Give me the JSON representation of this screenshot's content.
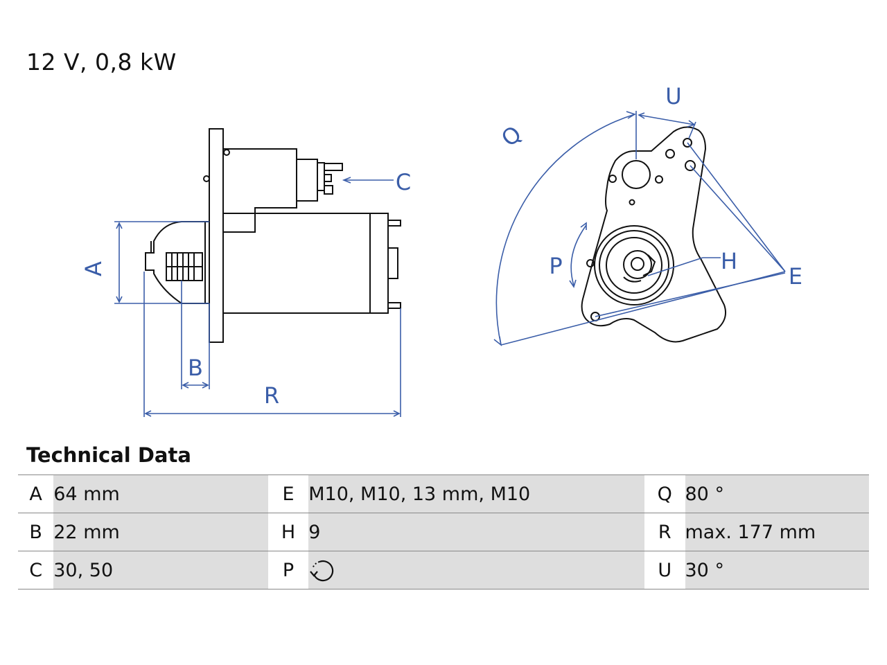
{
  "title": "12 V, 0,8 kW",
  "drawing": {
    "labels": {
      "A": "A",
      "B": "B",
      "C": "C",
      "R": "R",
      "Q": "Q",
      "U": "U",
      "P": "P",
      "H": "H",
      "E": "E"
    },
    "line_color": "#111111",
    "dim_color": "#3a5da8"
  },
  "technical": {
    "title": "Technical Data",
    "rows": [
      [
        {
          "key": "A",
          "value": "64 mm"
        },
        {
          "key": "E",
          "value": "M10, M10, 13 mm, M10"
        },
        {
          "key": "Q",
          "value": "80 °"
        }
      ],
      [
        {
          "key": "B",
          "value": "22 mm"
        },
        {
          "key": "H",
          "value": "9"
        },
        {
          "key": "R",
          "value": "max. 177 mm"
        }
      ],
      [
        {
          "key": "C",
          "value": "30, 50"
        },
        {
          "key": "P",
          "value": "",
          "icon": "rotation-direction-icon"
        },
        {
          "key": "U",
          "value": "30 °"
        }
      ]
    ]
  }
}
